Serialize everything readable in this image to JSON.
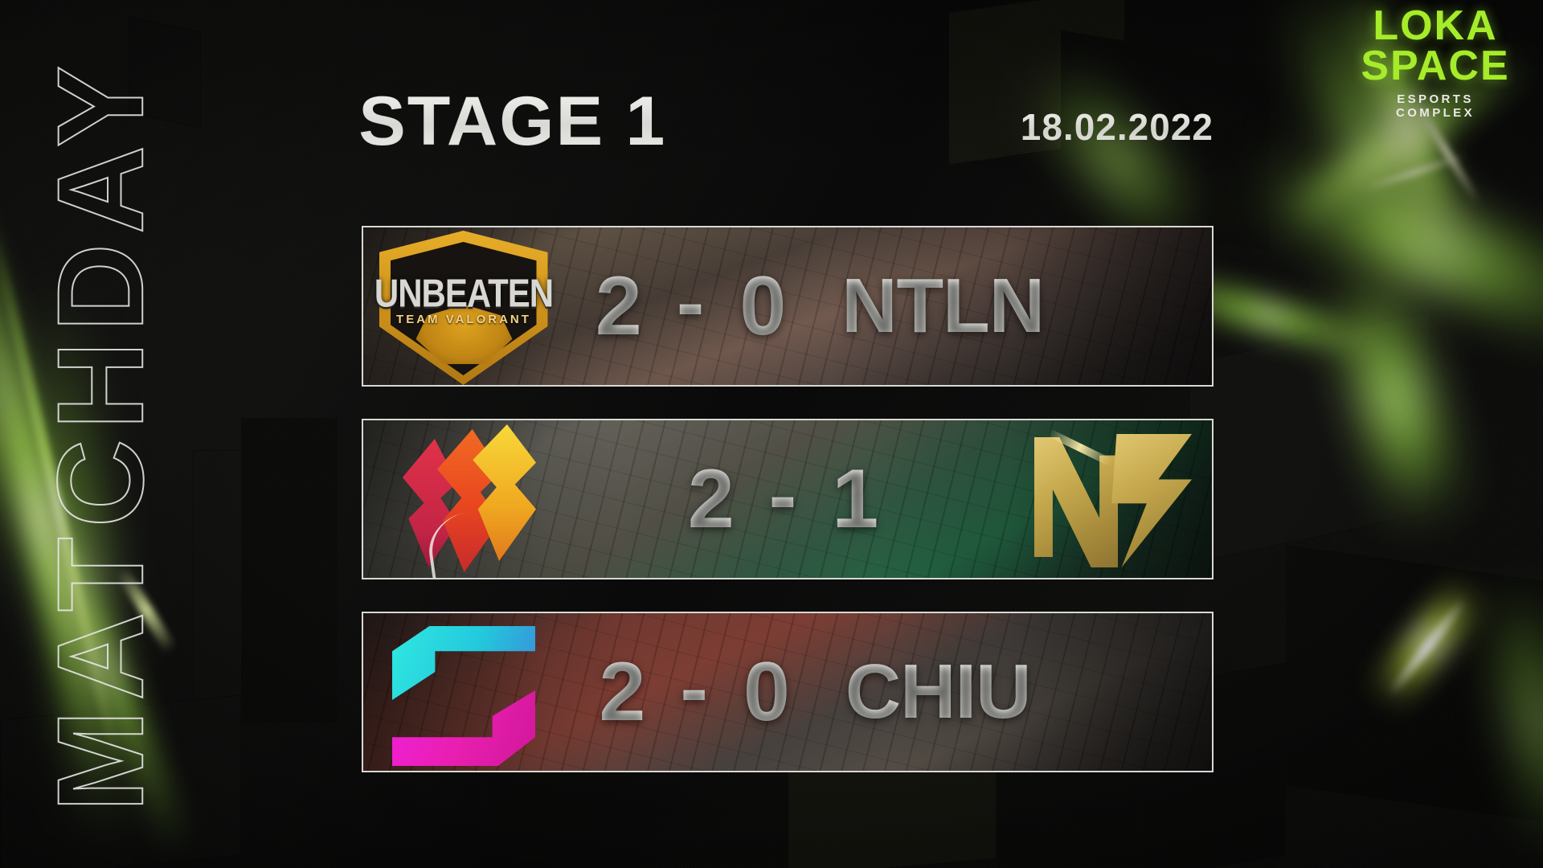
{
  "brand": {
    "logo_line1": "LOKA",
    "logo_line2": "SPACE",
    "tagline": "ESPORTS COMPLEX",
    "accent_green": "#a6ec2a",
    "stone_white": "#e7e7e3"
  },
  "side_label": "MATCHDAY",
  "header": {
    "title": "STAGE 1",
    "date": "18.02.2022"
  },
  "matches": [
    {
      "home_logo": "unbeaten-crest",
      "home_name": "UNBEATEN",
      "home_sub": "TEAM VALORANT",
      "home_score": "2",
      "separator": "-",
      "away_score": "0",
      "away_name": "NTLN"
    },
    {
      "home_logo": "phoenix-flame",
      "home_name": "",
      "home_sub": "",
      "home_score": "2",
      "separator": "-",
      "away_score": "1",
      "away_name": "",
      "away_logo": "gold-angular-mark"
    },
    {
      "home_logo": "cyan-magenta-s",
      "home_name": "",
      "home_sub": "",
      "home_score": "2",
      "separator": "-",
      "away_score": "0",
      "away_name": "CHIU"
    }
  ]
}
